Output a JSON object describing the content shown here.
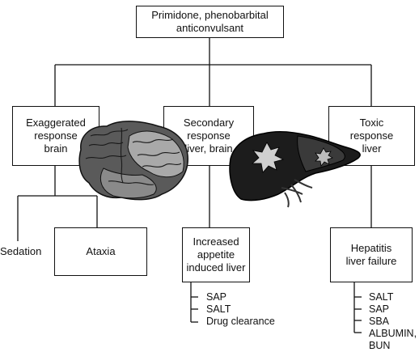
{
  "root": {
    "label": "Primidone, phenobarbital\nanticonvulsant"
  },
  "branches": [
    {
      "label": "Exaggerated\nresponse\nbrain"
    },
    {
      "label": "Secondary\nresponse\nliver, brain"
    },
    {
      "label": "Toxic\nresponse\nliver"
    }
  ],
  "outcomes": {
    "sedation": "Sedation",
    "ataxia": "Ataxia",
    "appetite": "Increased\nappetite\ninduced liver",
    "hepatitis": "Hepatitis\nliver failure"
  },
  "lists": {
    "secondary": [
      "SAP",
      "SALT",
      "Drug clearance"
    ],
    "toxic": [
      "SALT",
      "SAP",
      "SBA",
      "ALBUMIN,",
      "BUN"
    ]
  },
  "illustrations": {
    "brain": "brain-illustration",
    "liver": "liver-illustration"
  }
}
